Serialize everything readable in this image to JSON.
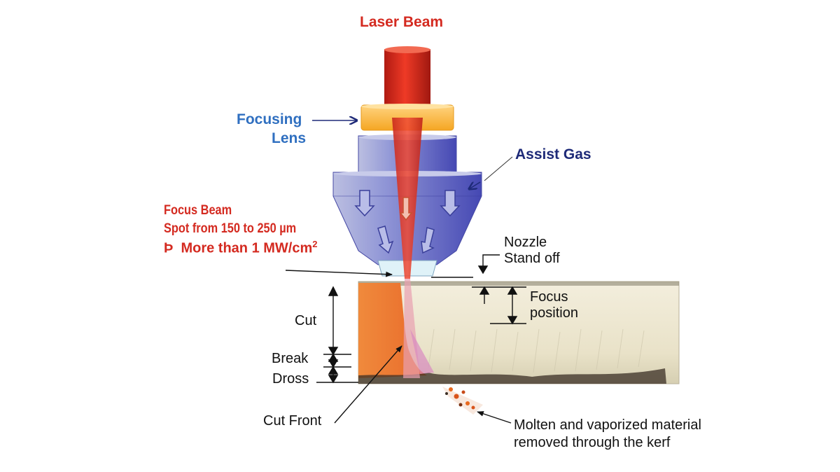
{
  "labels": {
    "laser_beam": "Laser Beam",
    "focusing_lens_line1": "Focusing",
    "focusing_lens_line2": "Lens",
    "assist_gas": "Assist Gas",
    "focus_beam_line1": "Focus Beam",
    "focus_beam_line2": "Spot from 150 to 250 µm",
    "focus_beam_line3_glyph": "Þ",
    "focus_beam_line3_text": "More than 1 MW/cm",
    "focus_beam_line3_sup": "2",
    "nozzle_line1": "Nozzle",
    "nozzle_line2": "Stand off",
    "focus_position_line1": "Focus",
    "focus_position_line2": "position",
    "cut": "Cut",
    "break": "Break",
    "dross": "Dross",
    "cut_front": "Cut Front",
    "molten_line1": "Molten and vaporized material",
    "molten_line2": "removed through the kerf"
  },
  "colors": {
    "beam_red": "#d42a20",
    "lens_amber": "#f5a623",
    "nozzle_blue": "#5a5fc0",
    "workpiece_cream": "#efe9d6",
    "cut_orange": "#ee7a2e",
    "label_blue": "#2f6fc0",
    "label_navy": "#1e2a78"
  }
}
